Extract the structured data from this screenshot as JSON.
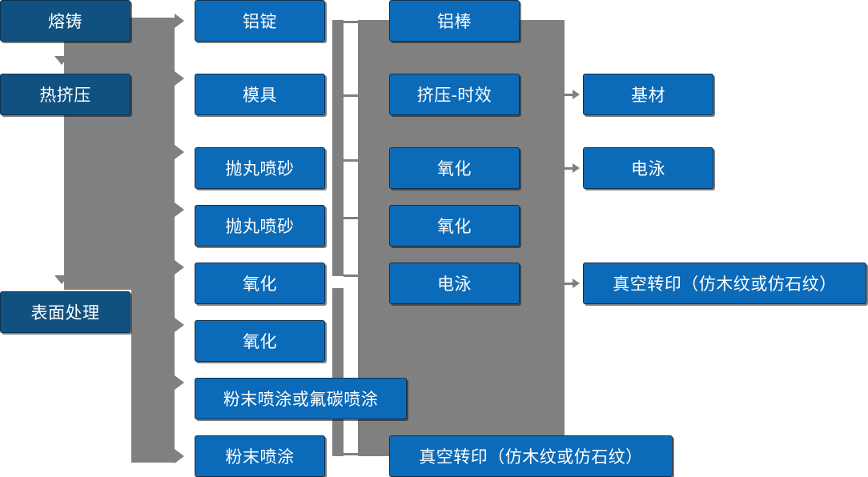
{
  "diagram": {
    "type": "process-flowchart",
    "title_present": false,
    "colors": {
      "stage_box": "#11517F",
      "process_box": "#0C6BB8",
      "connector": "#808080",
      "background": "#ffffff",
      "text": "#ffffff"
    },
    "stages": [
      {
        "id": "stage-melt-cast",
        "label": "熔铸"
      },
      {
        "id": "stage-hot-extrusion",
        "label": "热挤压"
      },
      {
        "id": "stage-surface-treatment",
        "label": "表面处理"
      }
    ],
    "column_a": [
      {
        "id": "col-a-1",
        "label": "铝锭"
      },
      {
        "id": "col-a-2",
        "label": "模具"
      },
      {
        "id": "col-a-3",
        "label": "抛丸喷砂"
      },
      {
        "id": "col-a-4",
        "label": "抛丸喷砂"
      },
      {
        "id": "col-a-5",
        "label": "氧化"
      },
      {
        "id": "col-a-6",
        "label": "氧化"
      },
      {
        "id": "col-a-7",
        "label": "粉末喷涂或氟碳喷涂"
      },
      {
        "id": "col-a-8",
        "label": "粉末喷涂"
      }
    ],
    "column_b": [
      {
        "id": "col-b-1",
        "label": "铝棒"
      },
      {
        "id": "col-b-2",
        "label": "挤压-时效"
      },
      {
        "id": "col-b-3",
        "label": "氧化"
      },
      {
        "id": "col-b-4",
        "label": "氧化"
      },
      {
        "id": "col-b-5",
        "label": "电泳"
      },
      {
        "id": "col-b-6",
        "label": "真空转印（仿木纹或仿石纹）"
      }
    ],
    "column_c": [
      {
        "id": "col-c-1",
        "label": "基材"
      },
      {
        "id": "col-c-2",
        "label": "电泳"
      },
      {
        "id": "col-c-3",
        "label": "真空转印（仿木纹或仿石纹）"
      }
    ]
  }
}
